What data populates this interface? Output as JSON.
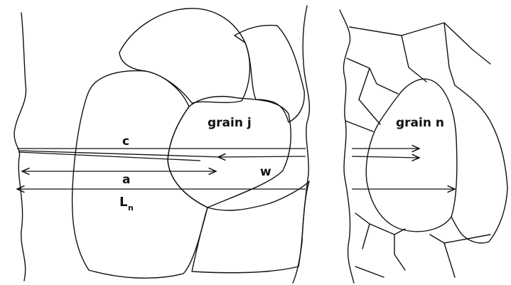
{
  "labels": {
    "grain_j": "grain  j",
    "grain_n": "grain  n",
    "c": "c",
    "a": "a",
    "w": "w",
    "L": "L",
    "L_sub": "n"
  }
}
